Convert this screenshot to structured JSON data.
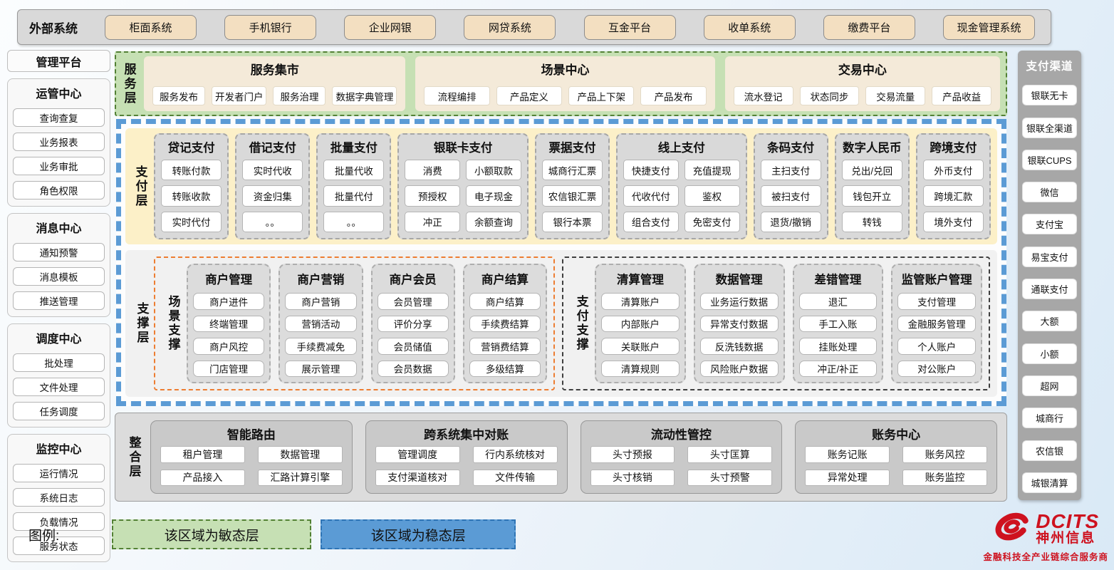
{
  "external_systems": {
    "label": "外部系统",
    "items": [
      "柜面系统",
      "手机银行",
      "企业网银",
      "网贷系统",
      "互金平台",
      "收单系统",
      "缴费平台",
      "现金管理系统"
    ]
  },
  "management_platform": {
    "title": "管理平台",
    "sections": [
      {
        "title": "运管中心",
        "items": [
          "查询查复",
          "业务报表",
          "业务审批",
          "角色权限"
        ]
      },
      {
        "title": "消息中心",
        "items": [
          "通知预警",
          "消息模板",
          "推送管理"
        ]
      },
      {
        "title": "调度中心",
        "items": [
          "批处理",
          "文件处理",
          "任务调度"
        ]
      },
      {
        "title": "监控中心",
        "items": [
          "运行情况",
          "系统日志",
          "负载情况",
          "服务状态"
        ]
      }
    ]
  },
  "service_layer": {
    "label": "服务层",
    "groups": [
      {
        "title": "服务集市",
        "items": [
          "服务发布",
          "开发者门户",
          "服务治理",
          "数据字典管理"
        ]
      },
      {
        "title": "场景中心",
        "items": [
          "流程编排",
          "产品定义",
          "产品上下架",
          "产品发布"
        ]
      },
      {
        "title": "交易中心",
        "items": [
          "流水登记",
          "状态同步",
          "交易流量",
          "产品收益"
        ]
      }
    ]
  },
  "payment_layer": {
    "label": "支付层",
    "columns": [
      {
        "title": "贷记支付",
        "cols": 1,
        "items": [
          "转账付款",
          "转账收款",
          "实时代付"
        ]
      },
      {
        "title": "借记支付",
        "cols": 1,
        "items": [
          "实时代收",
          "资金归集",
          "。。"
        ]
      },
      {
        "title": "批量支付",
        "cols": 1,
        "items": [
          "批量代收",
          "批量代付",
          "。。"
        ]
      },
      {
        "title": "银联卡支付",
        "cols": 2,
        "items": [
          "消费",
          "小额取款",
          "预授权",
          "电子现金",
          "冲正",
          "余额查询"
        ]
      },
      {
        "title": "票据支付",
        "cols": 1,
        "items": [
          "城商行汇票",
          "农信银汇票",
          "银行本票"
        ]
      },
      {
        "title": "线上支付",
        "cols": 2,
        "items": [
          "快捷支付",
          "充值提现",
          "代收代付",
          "鉴权",
          "组合支付",
          "免密支付"
        ]
      },
      {
        "title": "条码支付",
        "cols": 1,
        "items": [
          "主扫支付",
          "被扫支付",
          "退货/撤销"
        ]
      },
      {
        "title": "数字人民币",
        "cols": 1,
        "items": [
          "兑出/兑回",
          "钱包开立",
          "转钱"
        ]
      },
      {
        "title": "跨境支付",
        "cols": 1,
        "items": [
          "外币支付",
          "跨境汇款",
          "境外支付"
        ]
      }
    ]
  },
  "support_layer": {
    "label": "支撑层",
    "groups": [
      {
        "label": "场景支撑",
        "accent": "#ed7d31",
        "columns": [
          {
            "title": "商户管理",
            "items": [
              "商户进件",
              "终端管理",
              "商户风控",
              "门店管理"
            ]
          },
          {
            "title": "商户营销",
            "items": [
              "商户营销",
              "营销活动",
              "手续费减免",
              "展示管理"
            ]
          },
          {
            "title": "商户会员",
            "items": [
              "会员管理",
              "评价分享",
              "会员储值",
              "会员数据"
            ]
          },
          {
            "title": "商户结算",
            "items": [
              "商户结算",
              "手续费结算",
              "营销费结算",
              "多级结算"
            ]
          }
        ]
      },
      {
        "label": "支付支撑",
        "accent": "#3f3f3f",
        "columns": [
          {
            "title": "清算管理",
            "items": [
              "清算账户",
              "内部账户",
              "关联账户",
              "清算规则"
            ]
          },
          {
            "title": "数据管理",
            "items": [
              "业务运行数据",
              "异常支付数据",
              "反洗钱数据",
              "风险账户数据"
            ]
          },
          {
            "title": "差错管理",
            "items": [
              "退汇",
              "手工入账",
              "挂账处理",
              "冲正/补正"
            ]
          },
          {
            "title": "监管账户管理",
            "items": [
              "支付管理",
              "金融服务管理",
              "个人账户",
              "对公账户"
            ]
          }
        ]
      }
    ]
  },
  "integration_layer": {
    "label": "整合层",
    "groups": [
      {
        "title": "智能路由",
        "items": [
          "租户管理",
          "数据管理",
          "产品接入",
          "汇路计算引擎"
        ]
      },
      {
        "title": "跨系统集中对账",
        "items": [
          "管理调度",
          "行内系统核对",
          "支付渠道核对",
          "文件传输"
        ]
      },
      {
        "title": "流动性管控",
        "items": [
          "头寸预报",
          "头寸匡算",
          "头寸核销",
          "头寸预警"
        ]
      },
      {
        "title": "账务中心",
        "items": [
          "账务记账",
          "账务风控",
          "异常处理",
          "账务监控"
        ]
      }
    ]
  },
  "payment_channels": {
    "title": "支付渠道",
    "items": [
      "银联无卡",
      "银联全渠道",
      "银联CUPS",
      "微信",
      "支付宝",
      "易宝支付",
      "通联支付",
      "大额",
      "小额",
      "超网",
      "城商行",
      "农信银",
      "城银清算"
    ]
  },
  "legend": {
    "label": "图例:",
    "items": [
      {
        "text": "该区域为敏态层",
        "type": "agile"
      },
      {
        "text": "该区域为稳态层",
        "type": "stable"
      }
    ]
  },
  "logo": {
    "brand": "DCITS",
    "company": "神州信息",
    "tagline": "金融科技全产业链综合服务商"
  },
  "colors": {
    "agile_green": "#c6e0b4",
    "agile_border": "#538135",
    "stable_blue": "#5b9bd5",
    "payment_cream": "#fcf0c8",
    "panel_tan": "#f4ead9",
    "column_gray": "#d9d9d9",
    "external_tan": "#f3dfc1",
    "accent_orange": "#ed7d31",
    "accent_dark": "#3f3f3f",
    "brand_red": "#ce121f"
  }
}
